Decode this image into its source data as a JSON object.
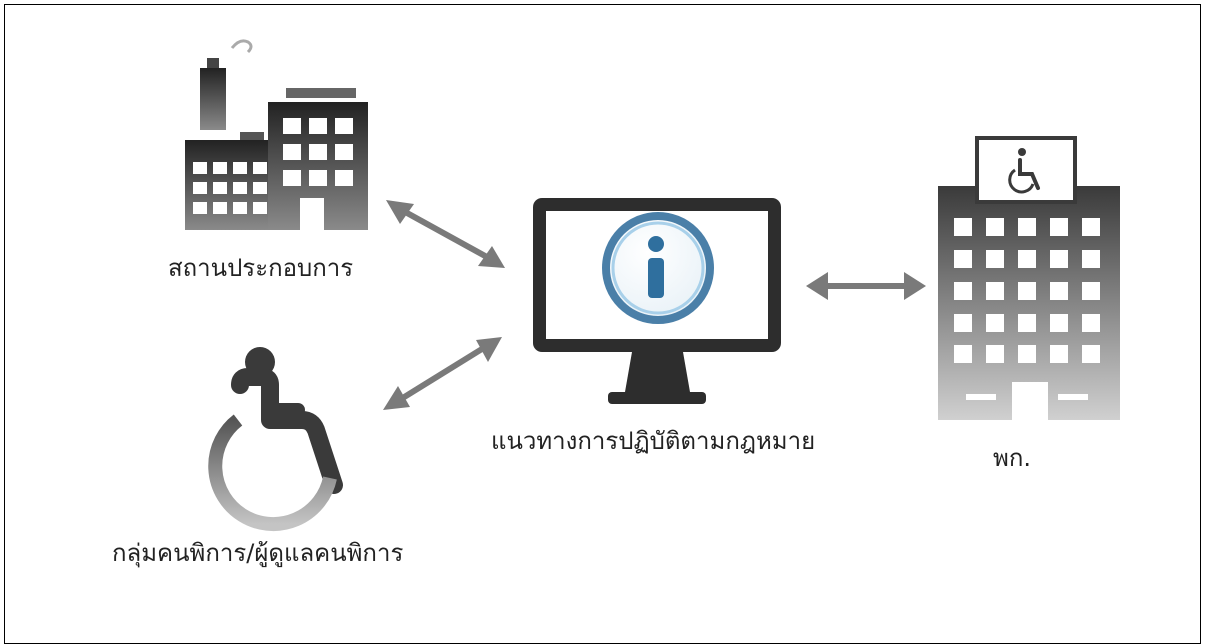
{
  "nodes": {
    "factory": {
      "label": "สถานประกอบการ"
    },
    "disabled_group": {
      "label": "กลุ่มคนพิการ/ผู้ดูแลคนพิการ"
    },
    "guideline": {
      "label": "แนวทางการปฏิบัติตามกฎหมาย"
    },
    "office": {
      "label": "พก."
    }
  },
  "edges": [
    {
      "from": "factory",
      "to": "guideline",
      "direction": "bidirectional"
    },
    {
      "from": "disabled_group",
      "to": "guideline",
      "direction": "bidirectional"
    },
    {
      "from": "guideline",
      "to": "office",
      "direction": "bidirectional"
    }
  ],
  "colors": {
    "icon_dark": "#3a3a3a",
    "icon_light": "#b5b5b5",
    "arrow": "#7a7a7a",
    "info_blue": "#2f6f9e",
    "info_ring": "#9ccbe6"
  },
  "icons": {
    "factory": "factory-icon",
    "wheelchair": "wheelchair-icon",
    "monitor": "monitor-icon",
    "info": "info-icon",
    "office_building": "office-building-icon",
    "accessible_sign": "accessible-sign-icon"
  }
}
